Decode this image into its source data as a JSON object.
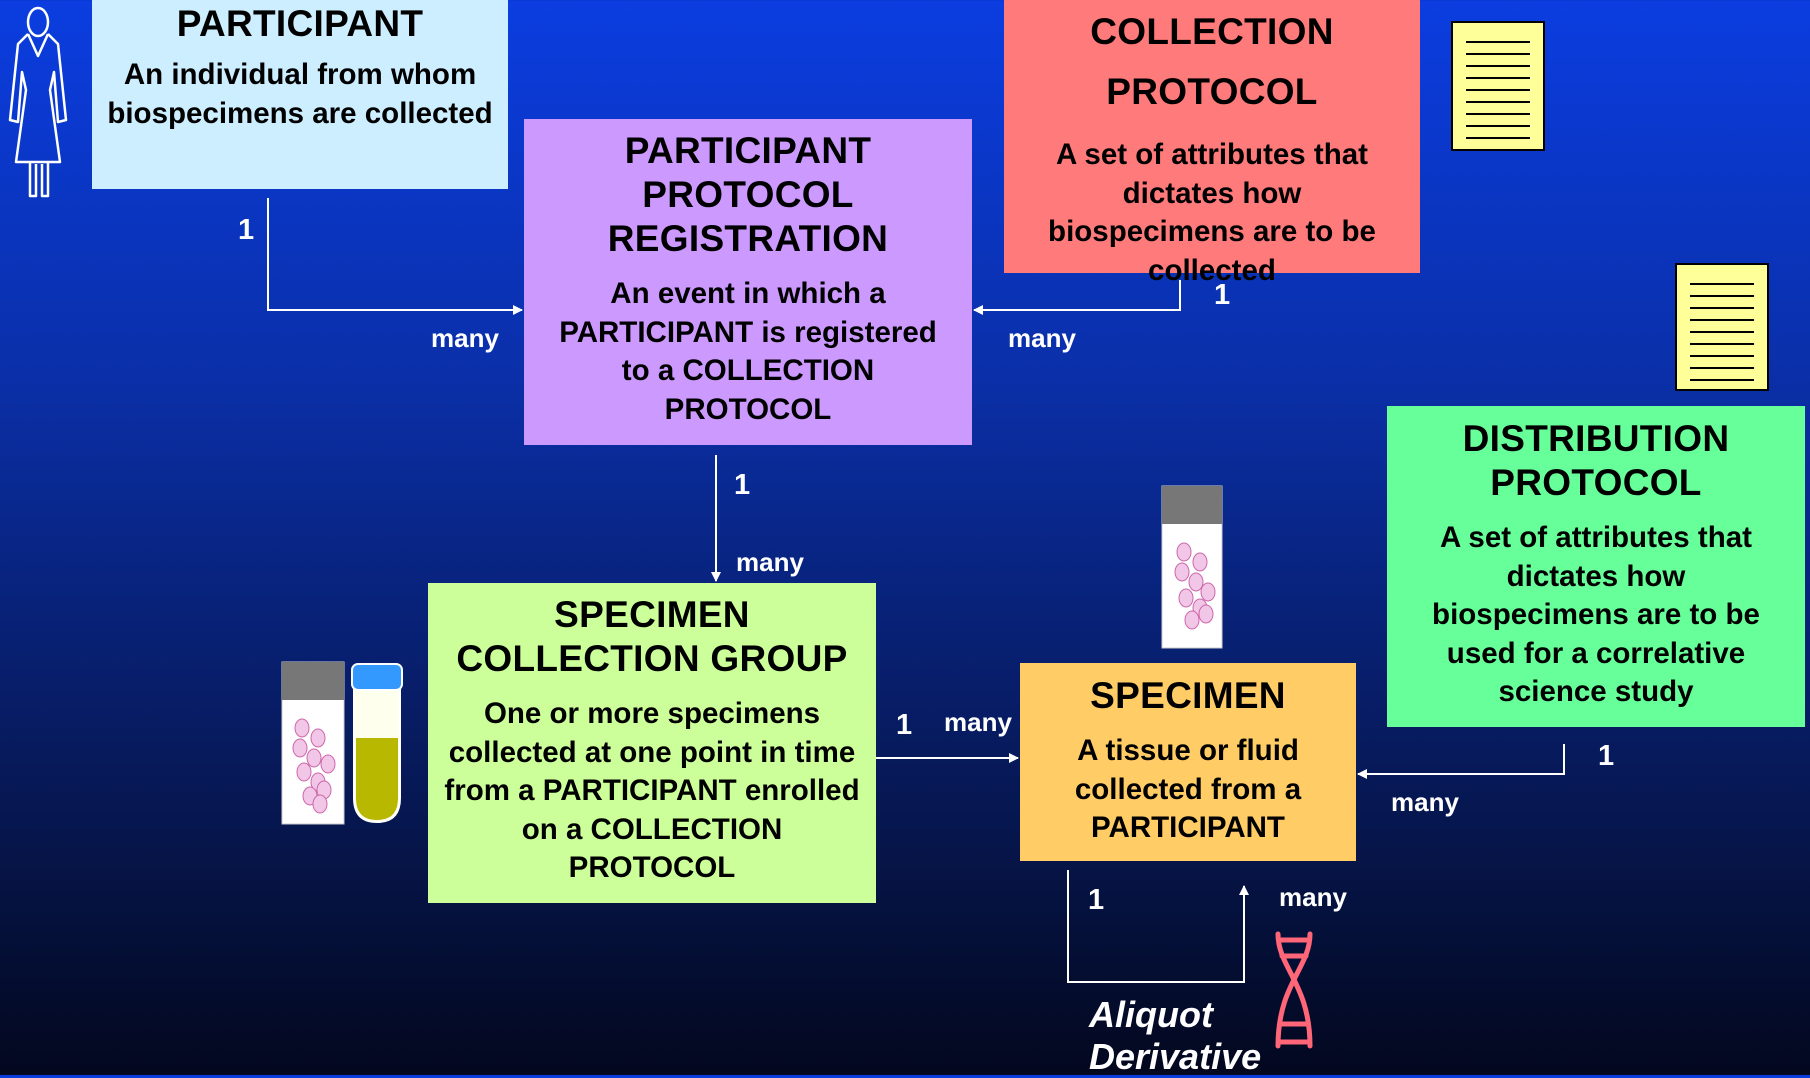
{
  "boxes": {
    "participant": {
      "title": "PARTICIPANT",
      "desc": "An individual from whom biospecimens are collected"
    },
    "ppr": {
      "title": "PARTICIPANT PROTOCOL REGISTRATION",
      "desc": "An event in which a PARTICIPANT is registered to a COLLECTION PROTOCOL"
    },
    "cp": {
      "title": "COLLECTION PROTOCOL",
      "desc": "A set of attributes  that dictates how biospecimens are to be collected"
    },
    "dp": {
      "title": "DISTRIBUTION PROTOCOL",
      "desc": "A set of attributes  that dictates how biospecimens are to be used for a correlative science study"
    },
    "scg": {
      "title": "SPECIMEN COLLECTION GROUP",
      "desc": "One or more specimens collected at one point in time from a PARTICIPANT enrolled on a COLLECTION PROTOCOL"
    },
    "specimen": {
      "title": "SPECIMEN",
      "desc": "A tissue or fluid collected from a PARTICIPANT"
    }
  },
  "cardinality": {
    "participant_one": "1",
    "participant_many": "many",
    "cp_one": "1",
    "cp_many": "many",
    "ppr_one": "1",
    "ppr_many": "many",
    "scg_one": "1",
    "scg_many": "many",
    "dp_one": "1",
    "dp_many": "many",
    "aliquot_one": "1",
    "aliquot_many": "many"
  },
  "self_relation": {
    "line1": "Aliquot",
    "line2": "Derivative"
  },
  "icons": [
    "person-icon",
    "document-icon",
    "slide-icon",
    "test-tube-icon",
    "dna-icon"
  ],
  "colors": {
    "participant": "#cceeff",
    "ppr": "#cc99ff",
    "collection_protocol": "#ff7a7a",
    "distribution_protocol": "#66ff99",
    "specimen_collection_group": "#ccff99",
    "specimen": "#ffcc66",
    "connector": "#ffffff"
  }
}
